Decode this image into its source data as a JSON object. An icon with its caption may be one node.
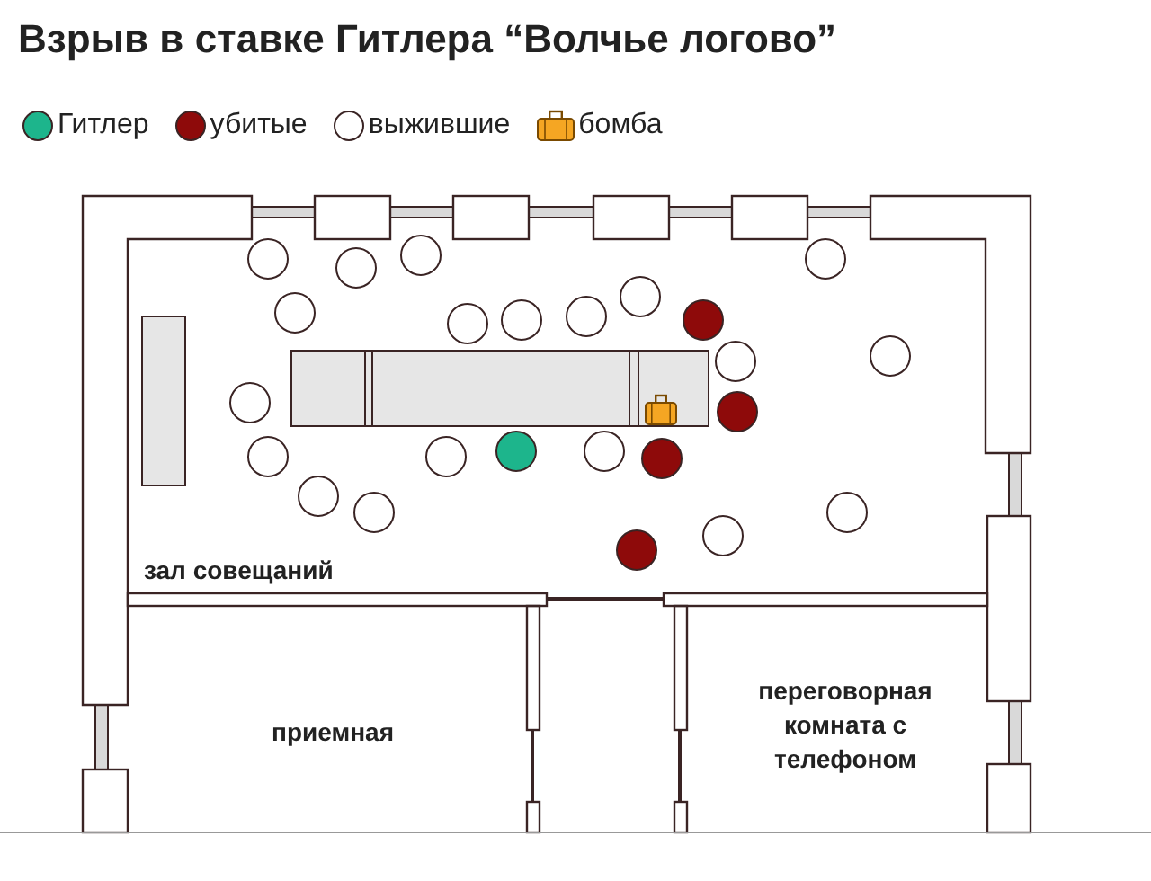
{
  "diagram": {
    "title": "Взрыв в ставке Гитлера “Волчье логово”",
    "labels": [
      "зал совещаний",
      "приемная",
      "переговорная комната с телефоном"
    ],
    "legend": [
      {
        "text": "Гитлер",
        "color": "#1db58c"
      },
      {
        "text": "убитые",
        "color": "#8e0a0a"
      },
      {
        "text": "выжившие"
      },
      {
        "text": "бомба"
      }
    ]
  }
}
